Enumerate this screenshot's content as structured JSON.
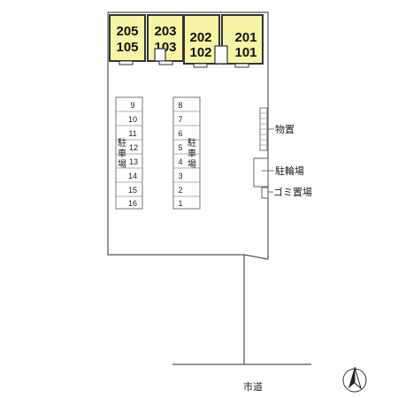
{
  "units": [
    {
      "upper": "205",
      "lower": "105"
    },
    {
      "upper": "203",
      "lower": "103"
    },
    {
      "upper": "202",
      "lower": "102"
    },
    {
      "upper": "201",
      "lower": "101"
    }
  ],
  "parking": {
    "left_column": [
      "9",
      "10",
      "11",
      "12",
      "13",
      "14",
      "15",
      "16"
    ],
    "right_column": [
      "8",
      "7",
      "6",
      "5",
      "4",
      "3",
      "2",
      "1"
    ],
    "label_chars": [
      "駐",
      "車",
      "場"
    ]
  },
  "facilities": {
    "storage": "物置",
    "bicycle_parking": "駐輪場",
    "garbage": "ゴミ置場"
  },
  "road_label": "市道",
  "north_symbol": "north-arrow",
  "colors": {
    "unit_fill": "#f7f4a5",
    "outline": "#555555"
  }
}
